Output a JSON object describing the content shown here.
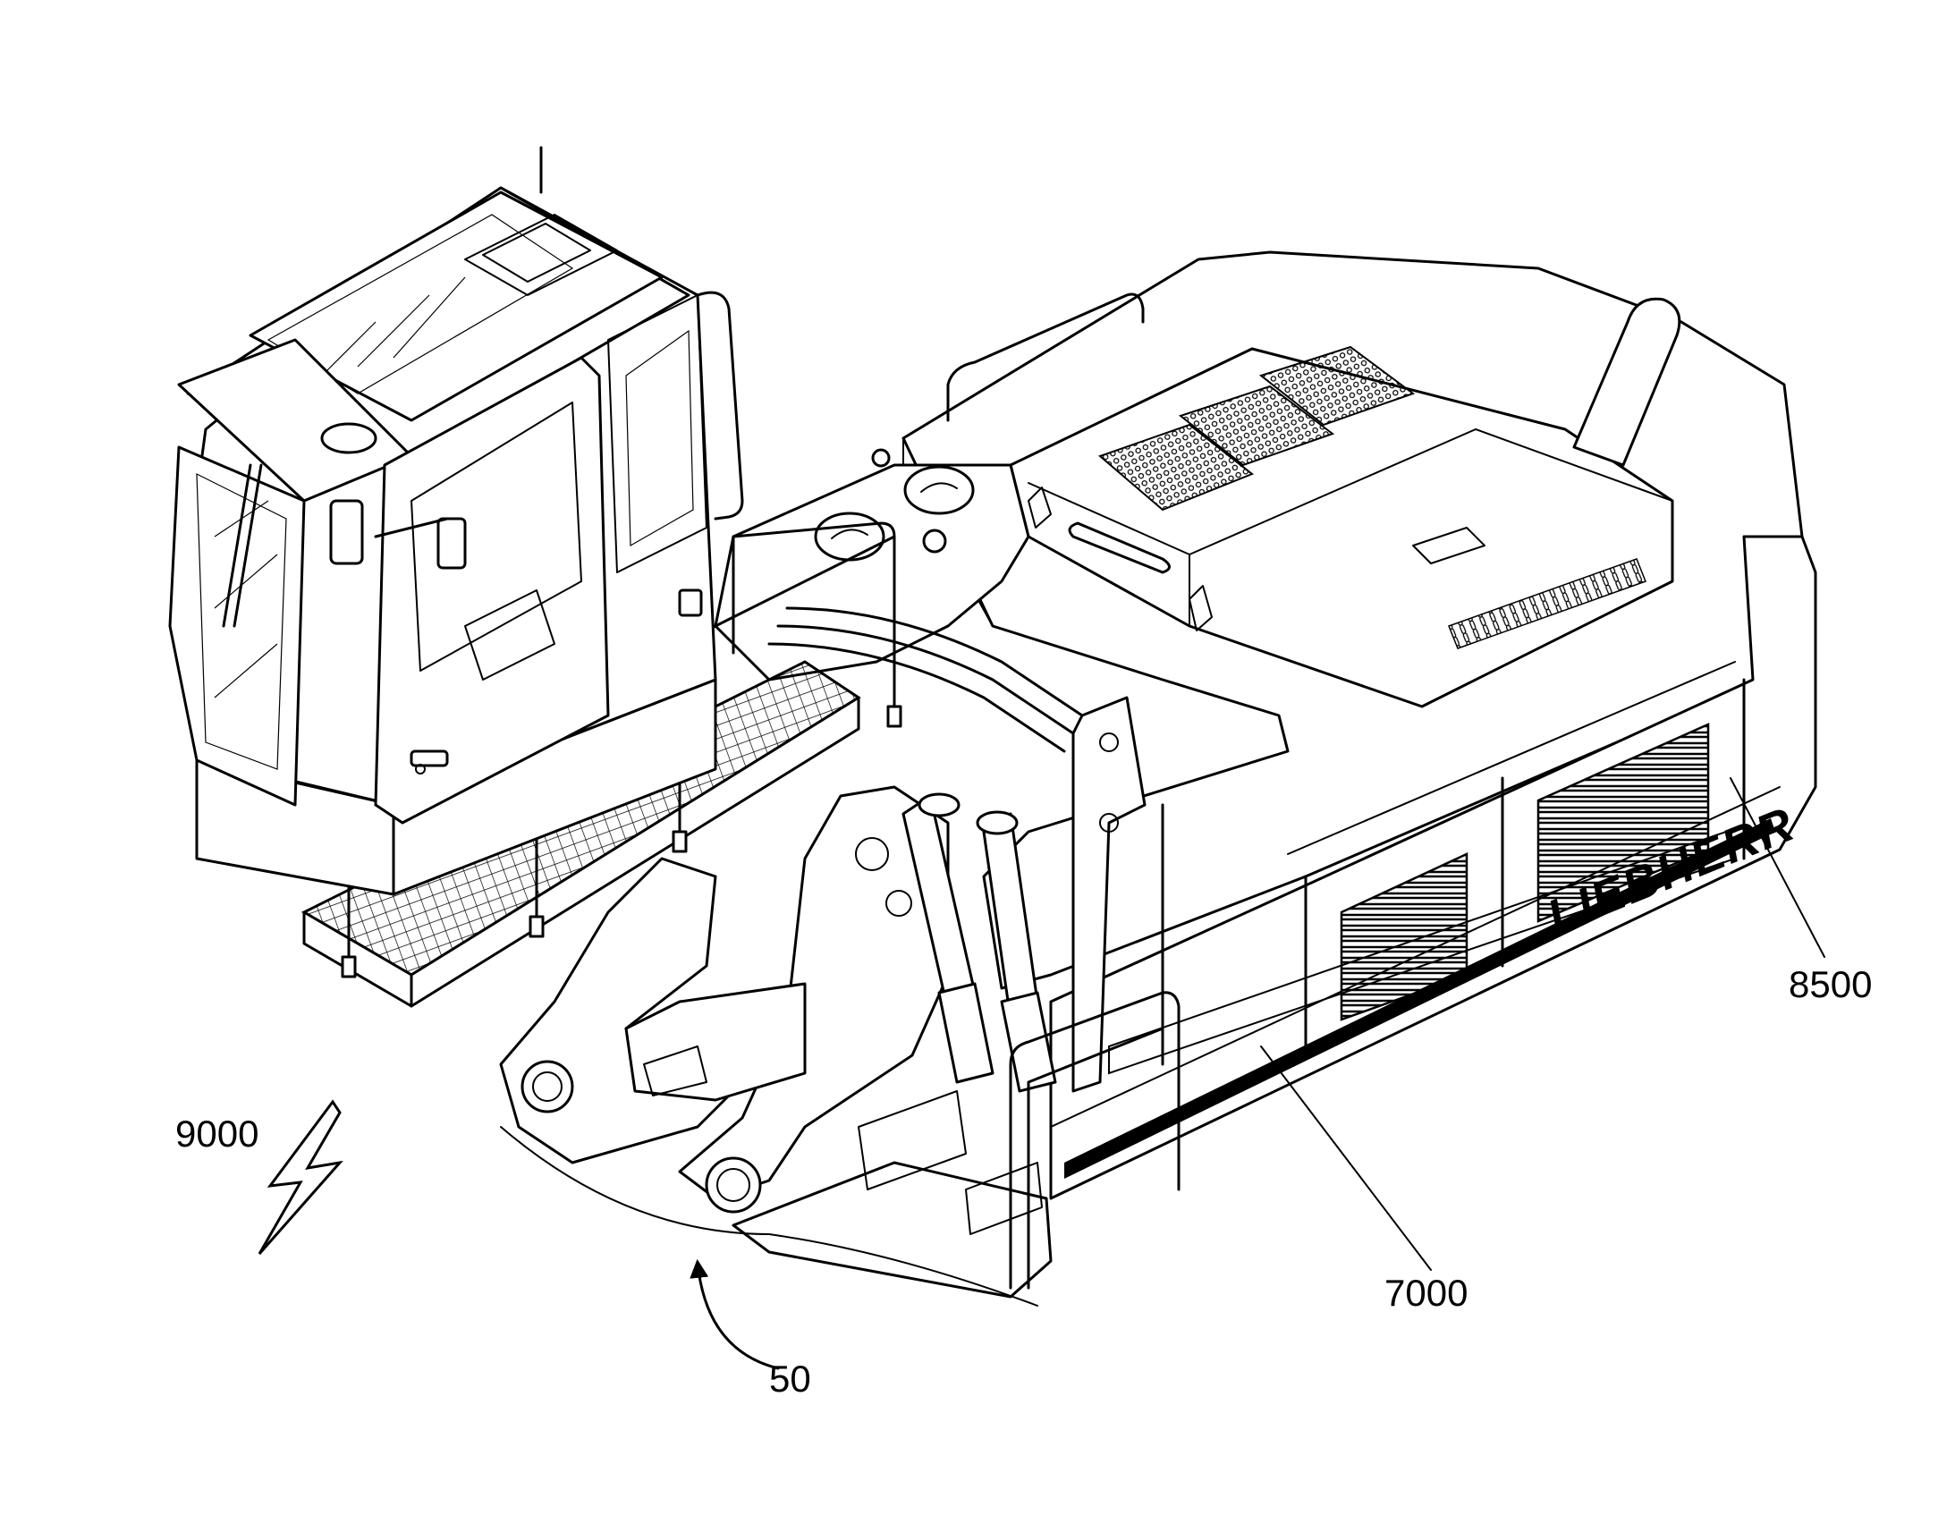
{
  "labels": {
    "ref_9000": "9000",
    "ref_50": "50",
    "ref_7000": "7000",
    "ref_8500": "8500"
  },
  "brand": {
    "text": "LIEBHERR"
  }
}
